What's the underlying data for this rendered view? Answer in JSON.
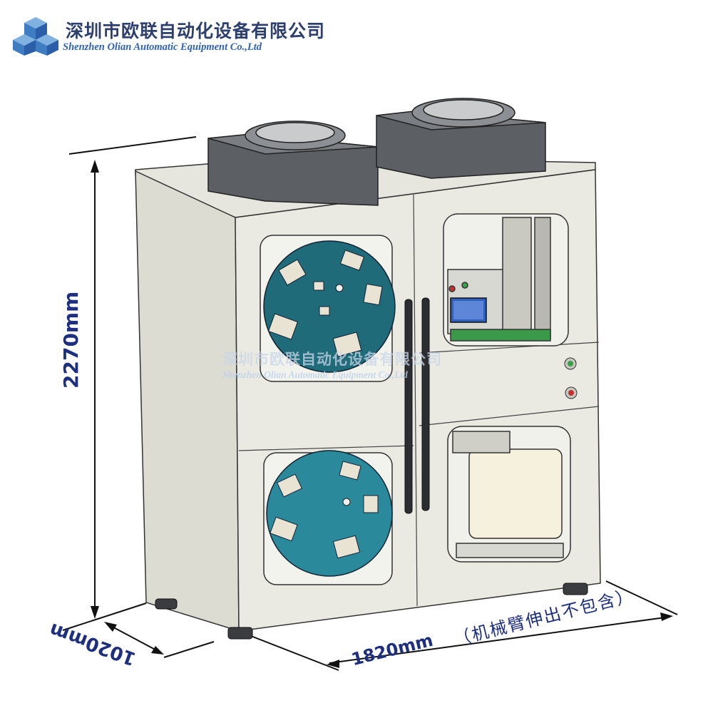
{
  "brand": {
    "name_cn": "深圳市欧联自动化设备有限公司",
    "name_en": "Shenzhen Olian Automatic Equipment Co.,Ltd"
  },
  "dimensions": {
    "height": "2270mm",
    "depth": "1020mm",
    "width": "1820mm",
    "width_note": "（机械臂伸出不包含）"
  },
  "colors": {
    "cabinet": "#dfdfd6",
    "reel": "#1f6b7a",
    "reel_light": "#2a8a9c",
    "fan_box": "#6a6d72",
    "dimension_text": "#1e2f80",
    "brand_text": "#2d3f6e",
    "brand_accent": "#2f63b8"
  },
  "icons": [
    "logo-cube-icon",
    "reel-icon",
    "fan-icon",
    "green-indicator-icon",
    "red-indicator-icon"
  ]
}
